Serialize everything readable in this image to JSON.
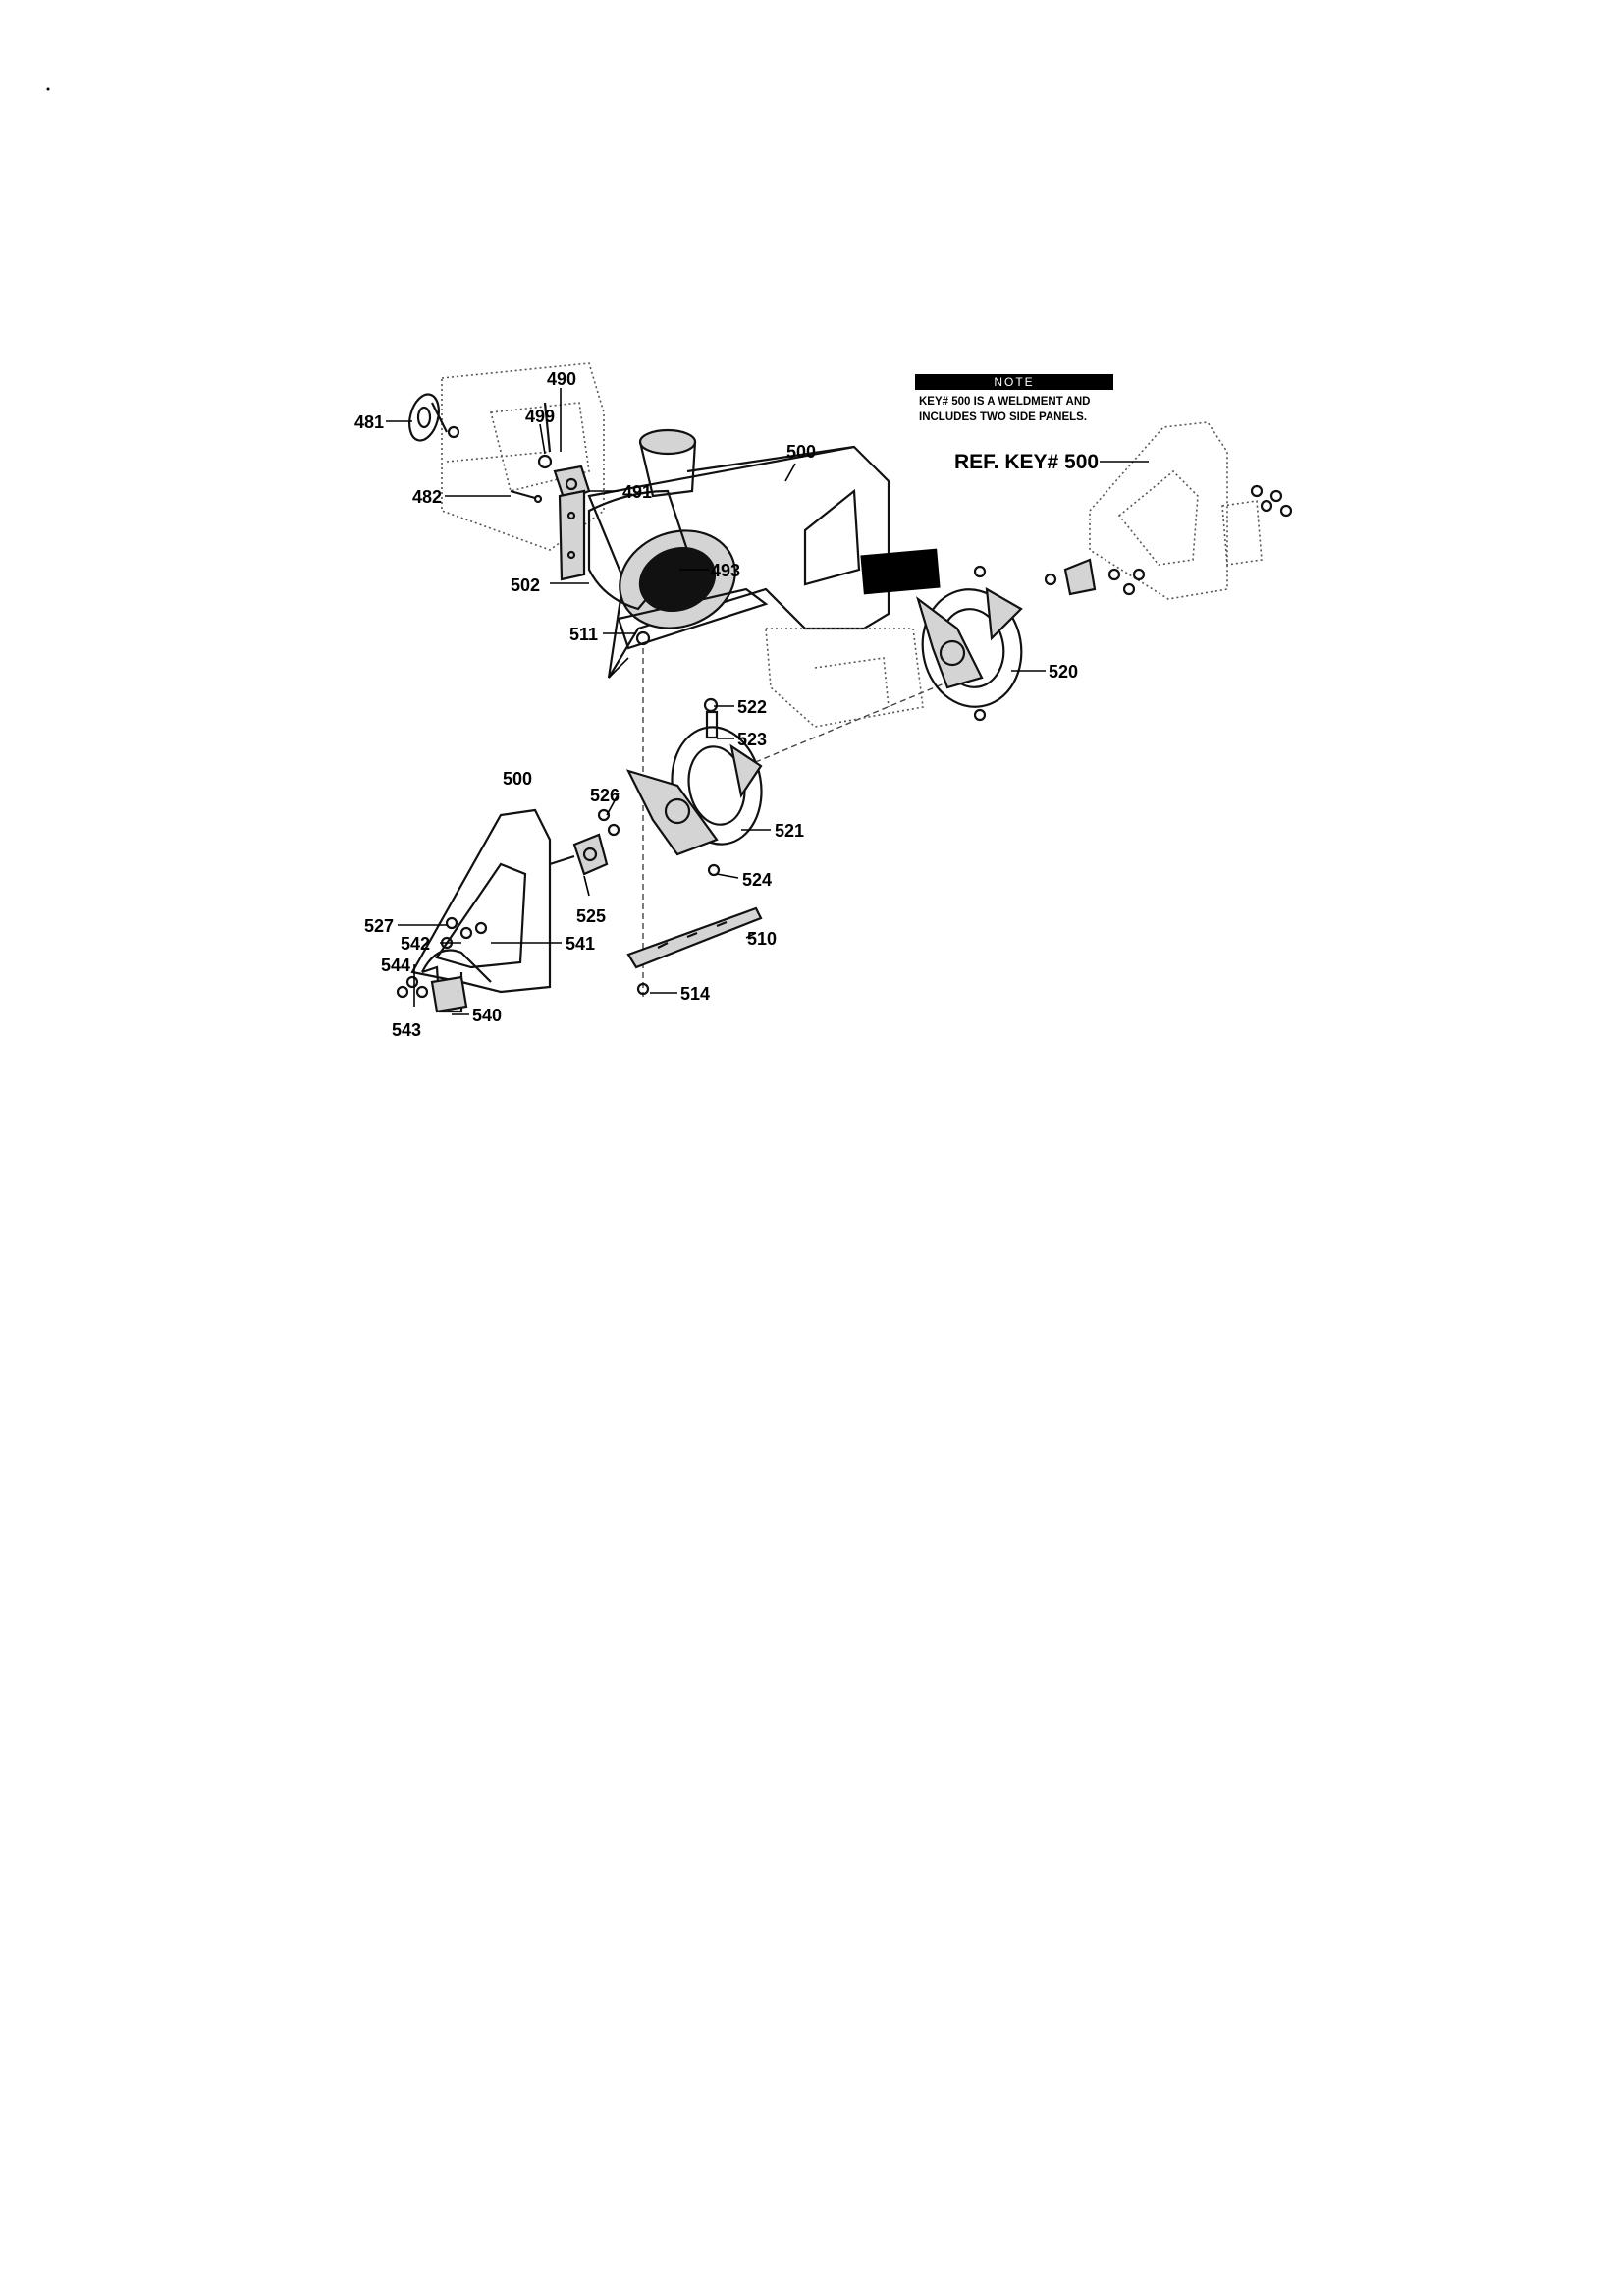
{
  "note": {
    "heading": "NOTE",
    "line1": "KEY# 500 IS A WELDMENT AND",
    "line2": "INCLUDES TWO SIDE PANELS."
  },
  "callouts": {
    "c481": "481",
    "c482": "482",
    "c490": "490",
    "c499": "499",
    "c491": "491",
    "c500_top": "500",
    "c493": "493",
    "c502": "502",
    "c511": "511",
    "ref500": "REF. KEY# 500",
    "c520": "520",
    "c522": "522",
    "c523": "523",
    "c500_left": "500",
    "c526": "526",
    "c521": "521",
    "c524": "524",
    "c525": "525",
    "c510": "510",
    "c527": "527",
    "c542": "542",
    "c541": "541",
    "c544": "544",
    "c540": "540",
    "c543": "543",
    "c514": "514"
  }
}
